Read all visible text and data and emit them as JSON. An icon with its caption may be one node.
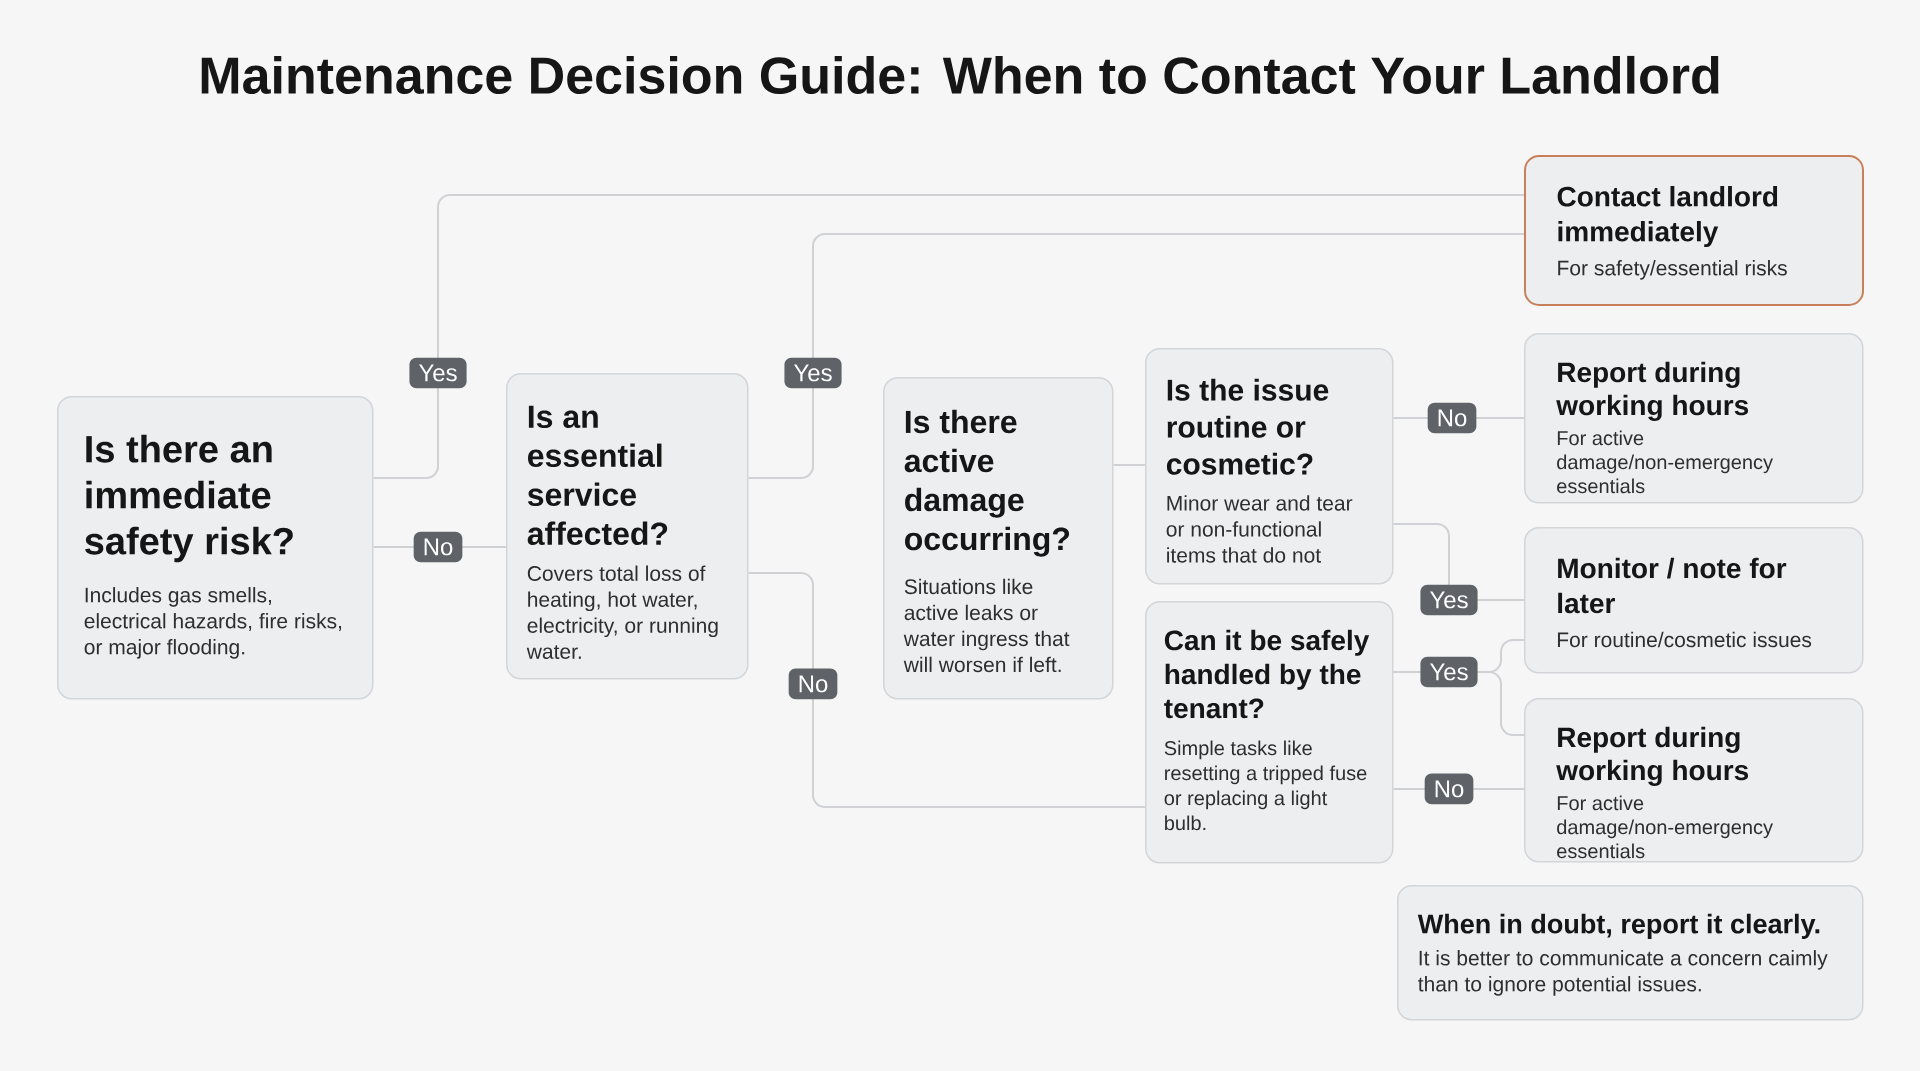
{
  "diagram": {
    "title": "Maintenance Decision Guide: When to Contact Your Landlord",
    "nodes": [
      {
        "text": [
          "Is there an immediate safety risk?",
          "Includes gas smells, electrical hazards, fire risks, or major flooding."
        ]
      },
      {
        "text": [
          "Is an essential service affected?",
          "Covers total loss of heating, hot water, electricity, or running water."
        ]
      },
      {
        "text": [
          "Is there active damage occurring?",
          "Situations like active leaks or water ingress that will worsen if left."
        ]
      },
      {
        "text": [
          "Is the issue routine or cosmetic?",
          "Minor wear and tear or non-functional items that do not"
        ]
      },
      {
        "text": [
          "Can it be safely handled by the tenant?",
          "Simple tasks like resetting a tripped fuse or replacing a light bulb."
        ]
      },
      {
        "text": [
          "Contact landlord immediately",
          "For safety/essential risks"
        ]
      },
      {
        "text": [
          "Report during working hours",
          "For active damage/non-emergency essentials"
        ]
      },
      {
        "text": [
          "Monitor / note for later",
          "For routine/cosmetic issues"
        ]
      },
      {
        "text": [
          "Report during working hours",
          "For active damage/non-emergency essentials"
        ]
      },
      {
        "text": [
          "When in doubt, report it clearly.",
          "It is better to communicate a concern caimly than to ignore potential issues."
        ]
      }
    ],
    "edges": [
      {
        "from": 0,
        "to": 5,
        "arrow": "none",
        "label": "Yes"
      },
      {
        "from": 0,
        "to": 1,
        "arrow": "none",
        "label": "No"
      },
      {
        "from": 1,
        "to": 5,
        "arrow": "none",
        "label": "Yes"
      },
      {
        "from": 1,
        "to": 4,
        "arrow": "none",
        "label": "No"
      },
      {
        "from": 2,
        "to": 3,
        "arrow": "none"
      },
      {
        "from": 3,
        "to": 6,
        "arrow": "none",
        "label": "No"
      },
      {
        "from": 3,
        "to": 7,
        "arrow": "none",
        "label": "Yes"
      },
      {
        "from": 4,
        "to": 7,
        "arrow": "none",
        "label": "Yes"
      },
      {
        "from": 4,
        "to": 8,
        "arrow": "none"
      },
      {
        "from": 4,
        "to": 8,
        "arrow": "none",
        "label": "No"
      }
    ]
  }
}
